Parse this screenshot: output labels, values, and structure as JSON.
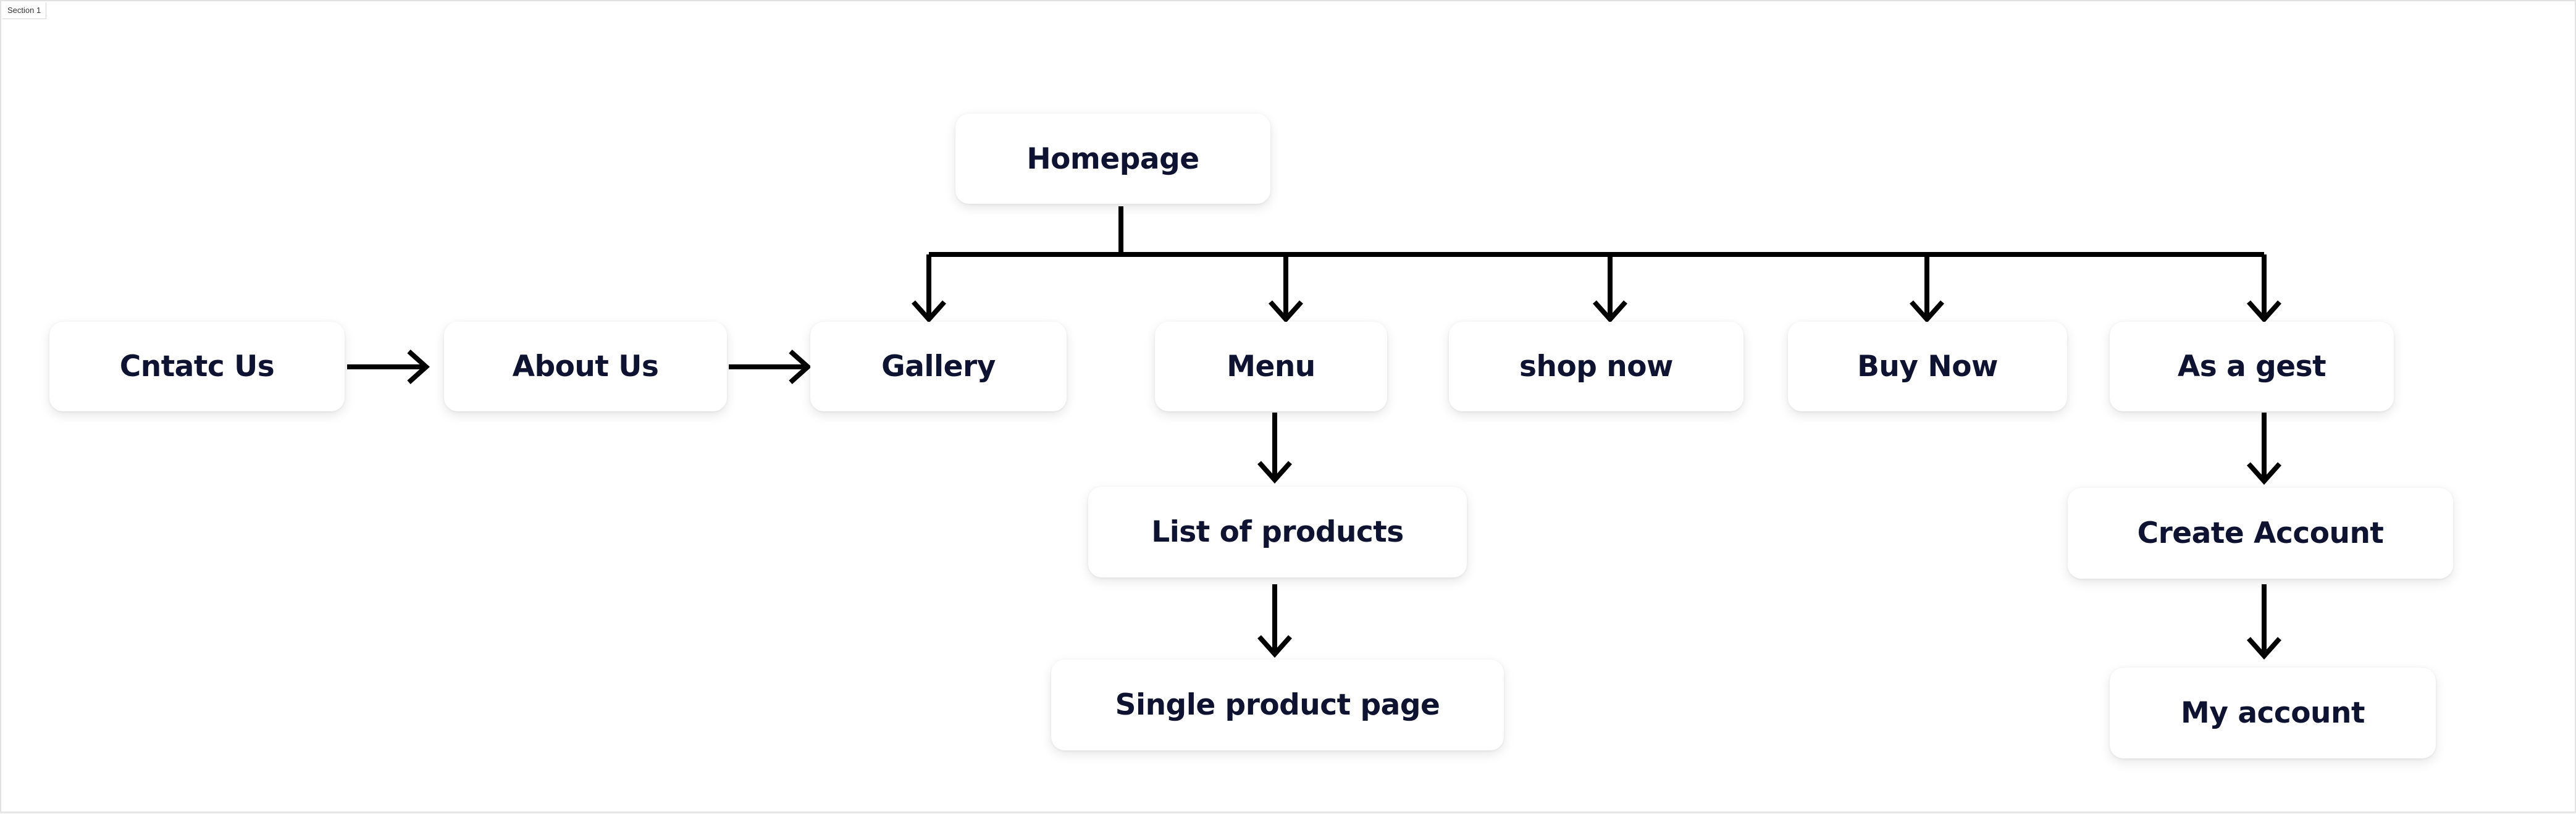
{
  "section": {
    "label": "Section 1"
  },
  "nodes": {
    "homepage": "Homepage",
    "contact": "Cntatc Us",
    "about": "About Us",
    "gallery": "Gallery",
    "menu": "Menu",
    "shop_now": "shop now",
    "buy_now": "Buy Now",
    "as_guest": "As a gest",
    "list_products": "List of products",
    "single_product": "Single product page",
    "create_account": "Create Account",
    "my_account": "My account"
  },
  "colors": {
    "node_text": "#0e1331",
    "connector": "#000000",
    "background": "#ffffff"
  }
}
